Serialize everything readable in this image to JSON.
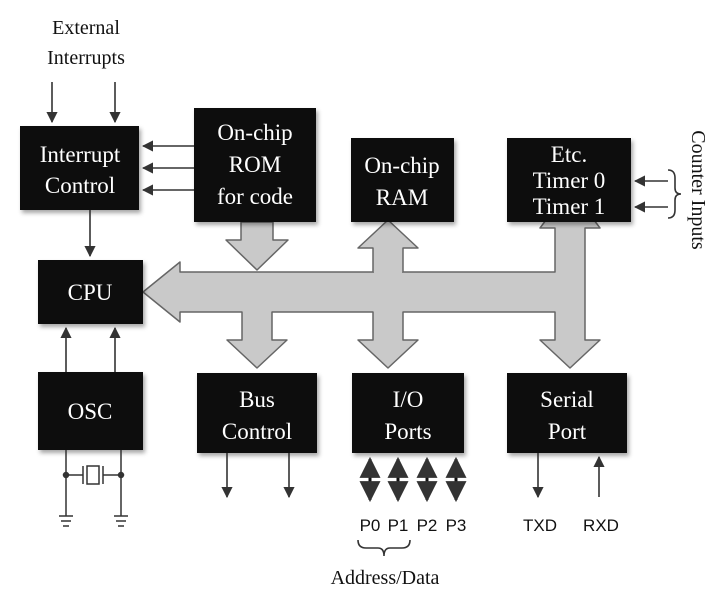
{
  "external_interrupts": [
    "External",
    "Interrupts"
  ],
  "counter_inputs": "Counter Inputs",
  "address_data": "Address/Data",
  "blocks": {
    "interrupt_control": [
      "Interrupt",
      "Control"
    ],
    "onchip_rom": [
      "On-chip",
      "ROM",
      "for code"
    ],
    "onchip_ram": [
      "On-chip",
      "RAM"
    ],
    "timers": [
      "Etc.",
      "Timer 0",
      "Timer 1"
    ],
    "cpu": [
      "CPU"
    ],
    "osc": [
      "OSC"
    ],
    "bus_control": [
      "Bus",
      "Control"
    ],
    "io_ports": [
      "I/O",
      "Ports"
    ],
    "serial_port": [
      "Serial",
      "Port"
    ]
  },
  "ports": [
    "P0",
    "P1",
    "P2",
    "P3"
  ],
  "serial_pins": {
    "txd": "TXD",
    "rxd": "RXD"
  },
  "colors": {
    "block_fill": "#111111",
    "block_text": "#ffffff",
    "bus_fill": "#c9c9c9",
    "bus_stroke": "#666666",
    "line": "#333333"
  }
}
